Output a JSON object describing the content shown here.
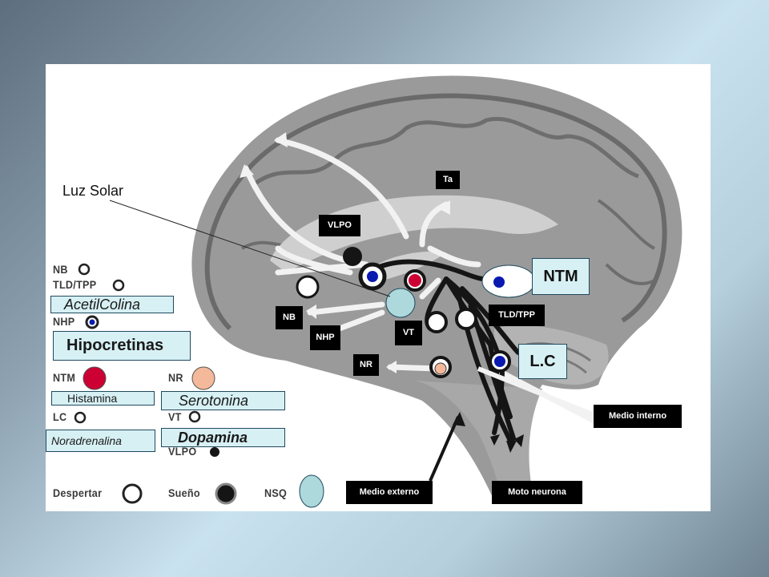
{
  "callouts": {
    "luz_solar": "Luz Solar",
    "ntm": "NTM",
    "lc": "L.C"
  },
  "brain_labels": {
    "ta": "Ta",
    "vlpo": "VLPO",
    "nb": "NB",
    "nhp": "NHP",
    "vt": "VT",
    "tld_tpp": "TLD/TPP",
    "nr": "NR",
    "medio_interno": "Medio interno",
    "medio_externo": "Medio externo",
    "moto_neurona": "Moto neurona"
  },
  "legend": {
    "nb": "NB",
    "tld_tpp": "TLD/TPP",
    "nhp": "NHP",
    "ntm": "NTM",
    "lc": "LC",
    "nr": "NR",
    "vt": "VT",
    "vlpo": "VLPO",
    "despertar": "Despertar",
    "sueno": "Sueño",
    "nsq": "NSQ"
  },
  "neurotransmitter_boxes": {
    "acetilcolina": "AcetilColina",
    "hipocretinas": "Hipocretinas",
    "histamina": "Histamina",
    "serotonina": "Serotonina",
    "noradrenalina": "Noradrenalina",
    "dopamina": "Dopamina"
  },
  "colors": {
    "ntm_marker": "#cc0033",
    "nr_marker": "#f4b89a",
    "nsq_marker": "#aed9dc",
    "blue_marker": "#0a1ab0",
    "box_fill": "#d7f0f4"
  }
}
